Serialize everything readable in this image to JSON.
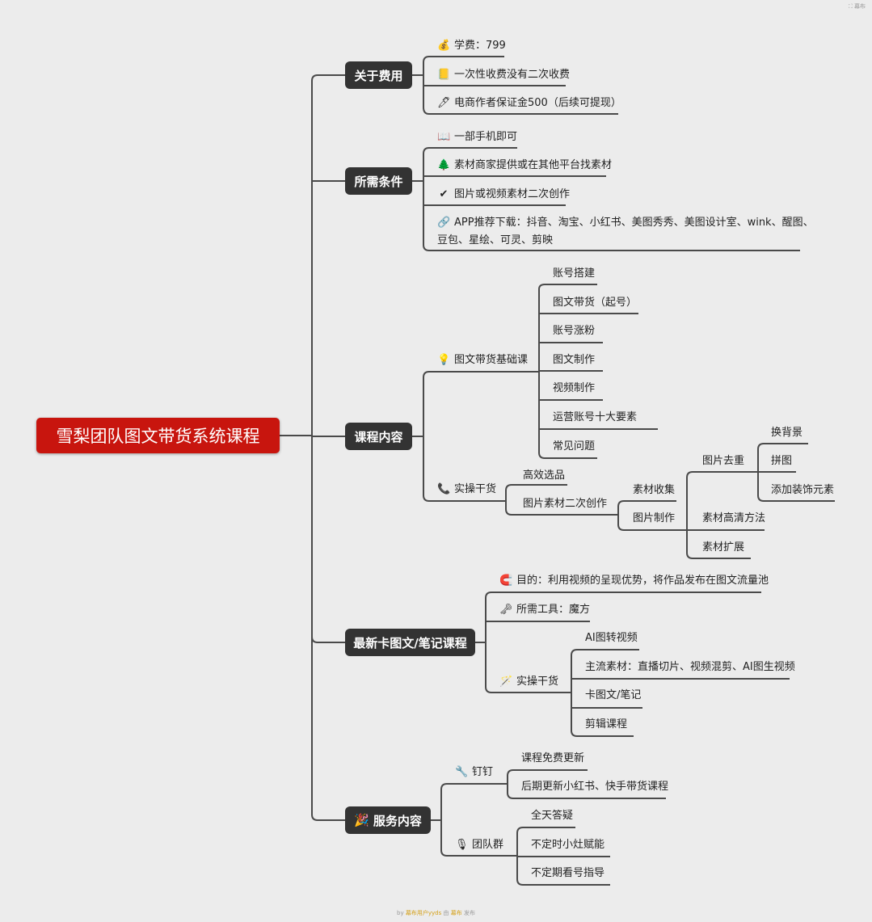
{
  "watermark": "⛶ 幕布",
  "footer": {
    "by": "by",
    "author": "幕布用户yyds",
    "mid": "由",
    "app": "幕布",
    "end": "发布"
  },
  "root": "雪梨团队图文带货系统课程",
  "sections": {
    "fees": {
      "title": "关于费用",
      "items": [
        {
          "icon": "money-bag",
          "glyph": "💰",
          "text": "学费：799"
        },
        {
          "icon": "notepad",
          "glyph": "📒",
          "text": "一次性收费没有二次收费"
        },
        {
          "icon": "pen",
          "glyph": "🖊",
          "text": "电商作者保证金500（后续可提现）"
        }
      ]
    },
    "requirements": {
      "title": "所需条件",
      "items": [
        {
          "icon": "book",
          "glyph": "📖",
          "text": "一部手机即可"
        },
        {
          "icon": "tree",
          "glyph": "🌲",
          "text": "素材商家提供或在其他平台找素材"
        },
        {
          "icon": "check",
          "glyph": "✔",
          "text": "图片或视频素材二次创作"
        },
        {
          "icon": "link",
          "glyph": "🔗",
          "text": "APP推荐下载：抖音、淘宝、小红书、美图秀秀、美图设计室、wink、醒图、",
          "text2": "豆包、星绘、可灵、剪映"
        }
      ]
    },
    "content": {
      "title": "课程内容",
      "basics": {
        "icon": "lightbulb",
        "glyph": "💡",
        "label": "图文带货基础课",
        "items": [
          "账号搭建",
          "图文带货（起号）",
          "账号涨粉",
          "图文制作",
          "视频制作",
          "运营账号十大要素",
          "常见问题"
        ]
      },
      "practice": {
        "icon": "phone",
        "glyph": "📞",
        "label": "实操干货",
        "items": [
          "高效选品",
          "图片素材二次创作"
        ],
        "material_collect": "素材收集",
        "image_make": "图片制作",
        "dedupe": "图片去重",
        "dedupe_items": [
          "换背景",
          "拼图",
          "添加装饰元素"
        ],
        "hd_method": "素材高清方法",
        "expand": "素材扩展"
      }
    },
    "card": {
      "title": "最新卡图文/笔记课程",
      "goal": {
        "icon": "magnet",
        "glyph": "🧲",
        "text": "目的：利用视频的呈现优势，将作品发布在图文流量池"
      },
      "tool": {
        "icon": "key",
        "glyph": "🗝",
        "text": "所需工具：魔方"
      },
      "practice": {
        "icon": "magic-wand",
        "glyph": "🪄",
        "label": "实操干货",
        "items": [
          "AI图转视频",
          "主流素材：直播切片、视频混剪、AI图生视频",
          "卡图文/笔记",
          "剪辑课程"
        ]
      }
    },
    "service": {
      "title": "服务内容",
      "title_icon": "party",
      "title_glyph": "🎉",
      "dingding": {
        "icon": "wrench",
        "glyph": "🔧",
        "label": "钉钉",
        "items": [
          "课程免费更新",
          "后期更新小红书、快手带货课程"
        ]
      },
      "group": {
        "icon": "microphone",
        "glyph": "🎙",
        "label": "团队群",
        "items": [
          "全天答疑",
          "不定时小灶赋能",
          "不定期看号指导"
        ]
      }
    }
  }
}
